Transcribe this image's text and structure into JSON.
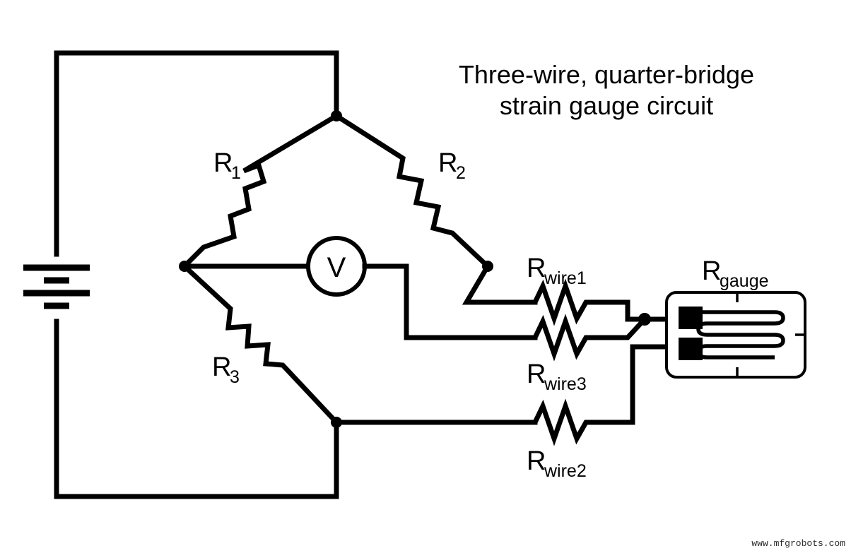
{
  "diagram": {
    "title_line1": "Three-wire, quarter-bridge",
    "title_line2": "strain gauge circuit",
    "watermark": "www.mfgrobots.com",
    "background_color": "#ffffff",
    "ink_color": "#000000"
  },
  "components": {
    "battery": {
      "name": "battery",
      "symbol": "dc-voltage-source",
      "cells": 2
    },
    "voltmeter": {
      "name": "voltmeter",
      "letter": "V",
      "symbol": "circle-meter"
    },
    "bridge_resistors": [
      {
        "label": "R",
        "subscript": "1",
        "name": "R1"
      },
      {
        "label": "R",
        "subscript": "2",
        "name": "R2"
      },
      {
        "label": "R",
        "subscript": "3",
        "name": "R3"
      }
    ],
    "wire_resistors": [
      {
        "label": "R",
        "subscript": "wire1",
        "name": "Rwire1"
      },
      {
        "label": "R",
        "subscript": "wire3",
        "name": "Rwire3"
      },
      {
        "label": "R",
        "subscript": "wire2",
        "name": "Rwire2"
      }
    ],
    "strain_gauge": {
      "label": "R",
      "subscript": "gauge",
      "name": "Rgauge",
      "grid_loops": 6,
      "solder_tabs": 2
    }
  },
  "labels": {
    "r1": "R",
    "r1_sub": "1",
    "r2": "R",
    "r2_sub": "2",
    "r3": "R",
    "r3_sub": "3",
    "rwire1": "R",
    "rwire1_sub": "wire1",
    "rwire3": "R",
    "rwire3_sub": "wire3",
    "rwire2": "R",
    "rwire2_sub": "wire2",
    "rgauge": "R",
    "rgauge_sub": "gauge",
    "voltmeter_letter": "V"
  }
}
